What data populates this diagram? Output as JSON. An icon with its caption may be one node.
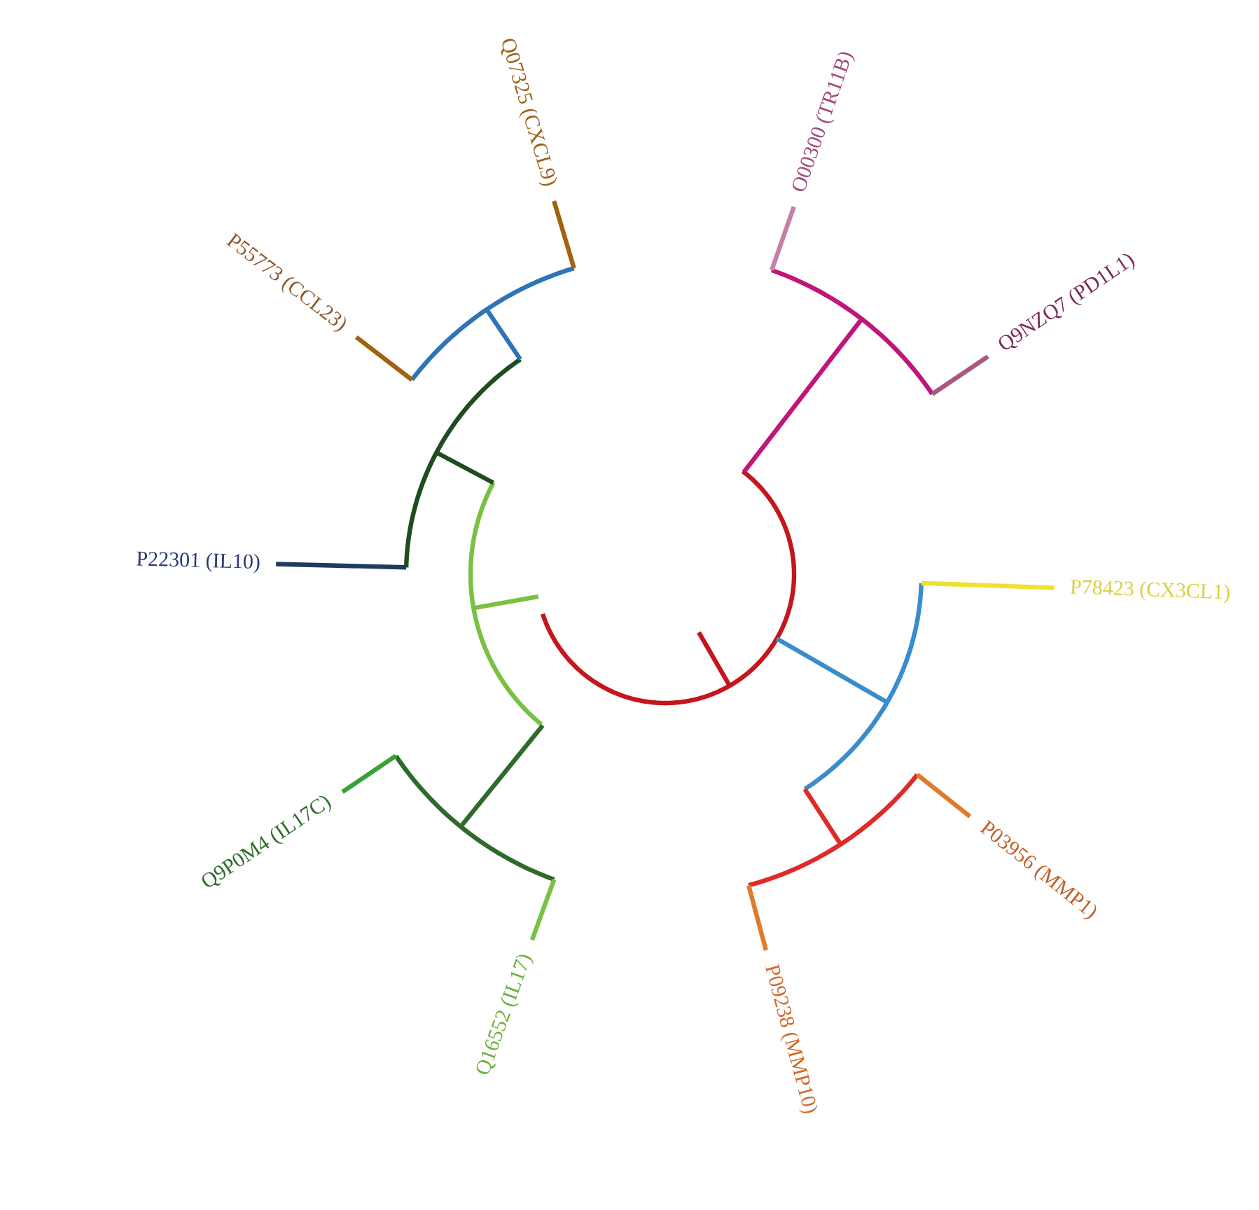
{
  "diagram": {
    "nodes": [
      {
        "text": [
          "Q07325 (CXCL9)"
        ]
      },
      {
        "text": [
          "P55773 (CCL23)"
        ]
      },
      {
        "text": [
          "P22301 (IL10)"
        ]
      },
      {
        "text": [
          "Q9P0M4 (IL17C)"
        ]
      },
      {
        "text": [
          "Q16552 (IL17)"
        ]
      },
      {
        "text": [
          "P09238 (MMP10)"
        ]
      },
      {
        "text": [
          "P03956 (MMP1)"
        ]
      },
      {
        "text": [
          "P78423 (CX3CL1)"
        ]
      },
      {
        "text": [
          "Q9NZQ7 (PD1L1)"
        ]
      },
      {
        "text": [
          "O00300 (TR11B)"
        ]
      }
    ]
  }
}
